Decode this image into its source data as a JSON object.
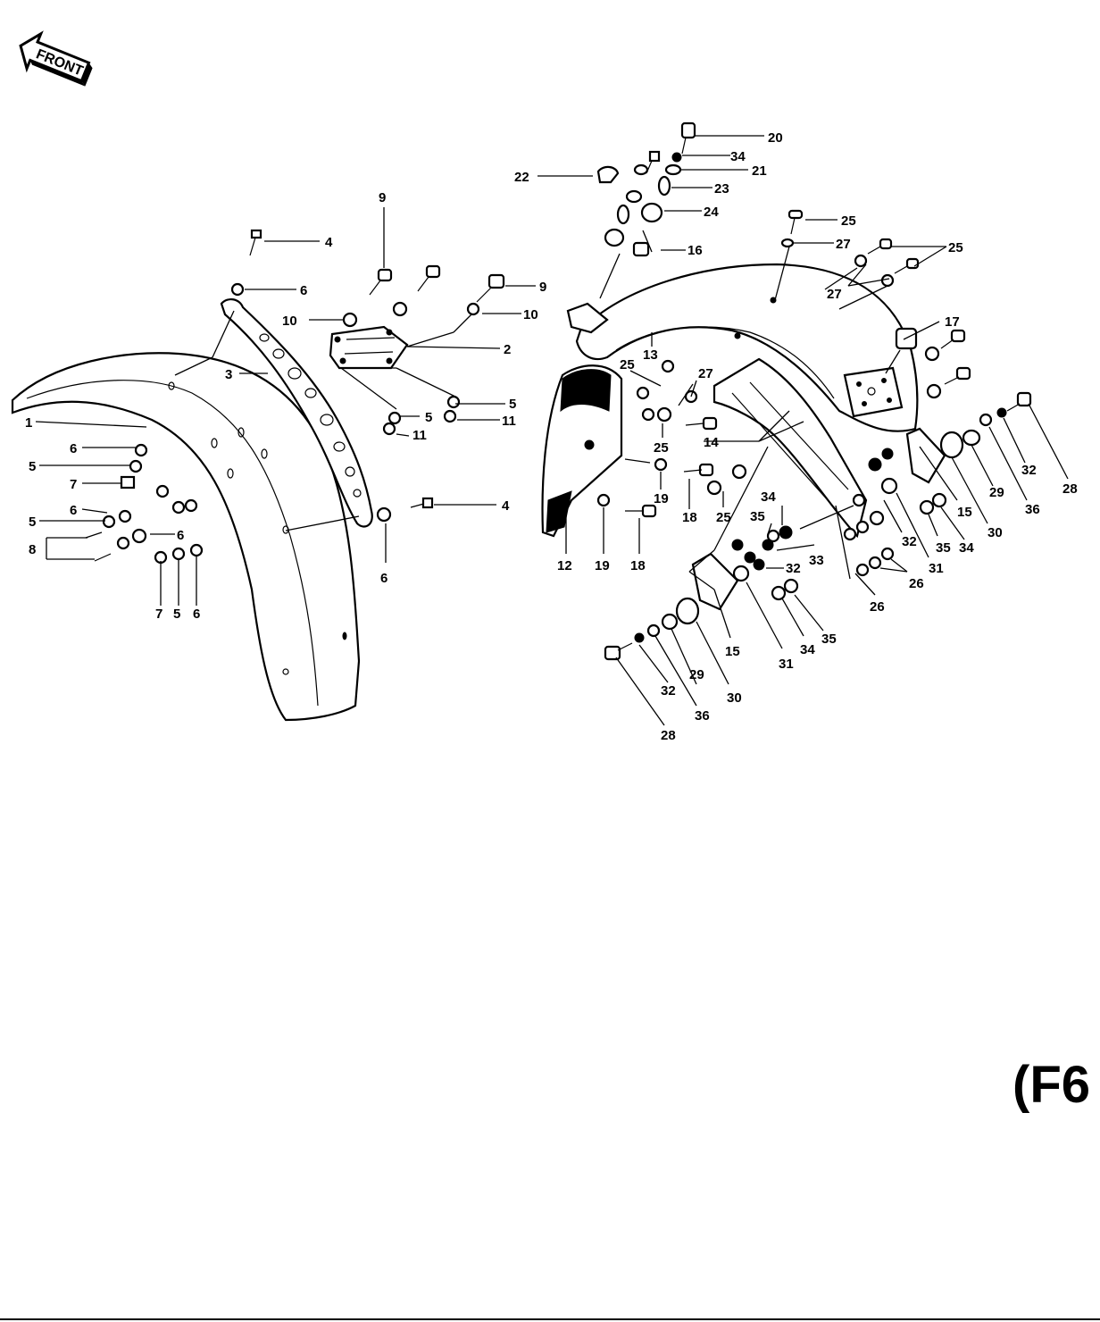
{
  "front_label": "FRONT",
  "page_code": "(F6",
  "callouts": [
    {
      "id": "c1",
      "text": "1"
    },
    {
      "id": "c2",
      "text": "2"
    },
    {
      "id": "c3",
      "text": "3"
    },
    {
      "id": "c4a",
      "text": "4"
    },
    {
      "id": "c4b",
      "text": "4"
    },
    {
      "id": "c5a",
      "text": "5"
    },
    {
      "id": "c5b",
      "text": "5"
    },
    {
      "id": "c5c",
      "text": "5"
    },
    {
      "id": "c5d",
      "text": "5"
    },
    {
      "id": "c5e",
      "text": "5"
    },
    {
      "id": "c6a",
      "text": "6"
    },
    {
      "id": "c6b",
      "text": "6"
    },
    {
      "id": "c6c",
      "text": "6"
    },
    {
      "id": "c6d",
      "text": "6"
    },
    {
      "id": "c6e",
      "text": "6"
    },
    {
      "id": "c6f",
      "text": "6"
    },
    {
      "id": "c7a",
      "text": "7"
    },
    {
      "id": "c7b",
      "text": "7"
    },
    {
      "id": "c8",
      "text": "8"
    },
    {
      "id": "c9a",
      "text": "9"
    },
    {
      "id": "c9b",
      "text": "9"
    },
    {
      "id": "c10a",
      "text": "10"
    },
    {
      "id": "c10b",
      "text": "10"
    },
    {
      "id": "c11a",
      "text": "11"
    },
    {
      "id": "c11b",
      "text": "11"
    },
    {
      "id": "c12",
      "text": "12"
    },
    {
      "id": "c13",
      "text": "13"
    },
    {
      "id": "c14",
      "text": "14"
    },
    {
      "id": "c15a",
      "text": "15"
    },
    {
      "id": "c15b",
      "text": "15"
    },
    {
      "id": "c16",
      "text": "16"
    },
    {
      "id": "c17",
      "text": "17"
    },
    {
      "id": "c18a",
      "text": "18"
    },
    {
      "id": "c18b",
      "text": "18"
    },
    {
      "id": "c19a",
      "text": "19"
    },
    {
      "id": "c19b",
      "text": "19"
    },
    {
      "id": "c20",
      "text": "20"
    },
    {
      "id": "c21",
      "text": "21"
    },
    {
      "id": "c22",
      "text": "22"
    },
    {
      "id": "c23",
      "text": "23"
    },
    {
      "id": "c24",
      "text": "24"
    },
    {
      "id": "c25a",
      "text": "25"
    },
    {
      "id": "c25b",
      "text": "25"
    },
    {
      "id": "c25c",
      "text": "25"
    },
    {
      "id": "c25d",
      "text": "25"
    },
    {
      "id": "c25e",
      "text": "25"
    },
    {
      "id": "c26a",
      "text": "26"
    },
    {
      "id": "c26b",
      "text": "26"
    },
    {
      "id": "c27a",
      "text": "27"
    },
    {
      "id": "c27b",
      "text": "27"
    },
    {
      "id": "c27c",
      "text": "27"
    },
    {
      "id": "c28a",
      "text": "28"
    },
    {
      "id": "c28b",
      "text": "28"
    },
    {
      "id": "c29a",
      "text": "29"
    },
    {
      "id": "c29b",
      "text": "29"
    },
    {
      "id": "c30a",
      "text": "30"
    },
    {
      "id": "c30b",
      "text": "30"
    },
    {
      "id": "c31a",
      "text": "31"
    },
    {
      "id": "c31b",
      "text": "31"
    },
    {
      "id": "c32a",
      "text": "32"
    },
    {
      "id": "c32b",
      "text": "32"
    },
    {
      "id": "c32c",
      "text": "32"
    },
    {
      "id": "c32d",
      "text": "32"
    },
    {
      "id": "c33",
      "text": "33"
    },
    {
      "id": "c34a",
      "text": "34"
    },
    {
      "id": "c34b",
      "text": "34"
    },
    {
      "id": "c34c",
      "text": "34"
    },
    {
      "id": "c34d",
      "text": "34"
    },
    {
      "id": "c35a",
      "text": "35"
    },
    {
      "id": "c35b",
      "text": "35"
    },
    {
      "id": "c35c",
      "text": "35"
    },
    {
      "id": "c36a",
      "text": "36"
    },
    {
      "id": "c36b",
      "text": "36"
    }
  ]
}
